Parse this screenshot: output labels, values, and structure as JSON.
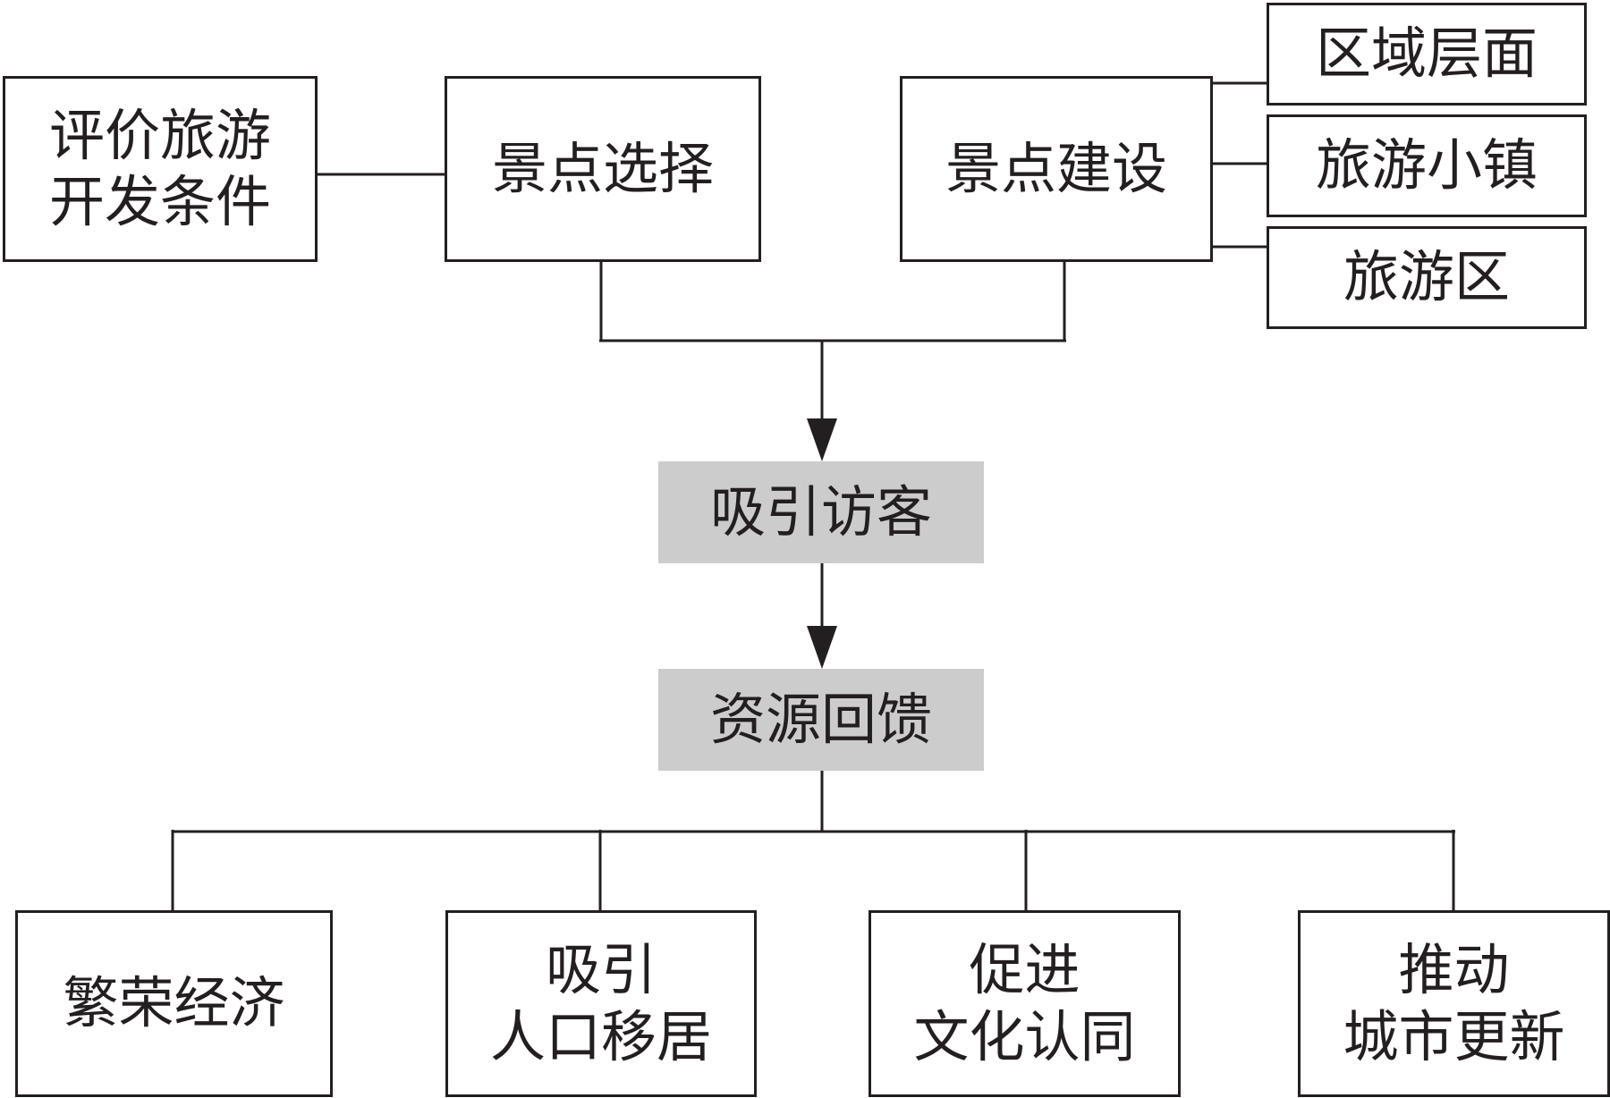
{
  "nodes": {
    "evaluate_conditions": {
      "lines": [
        "评价旅游",
        "开发条件"
      ]
    },
    "site_selection": {
      "lines": [
        "景点选择"
      ]
    },
    "site_construction": {
      "lines": [
        "景点建设"
      ]
    },
    "regional_level": {
      "lines": [
        "区域层面"
      ]
    },
    "tourism_town": {
      "lines": [
        "旅游小镇"
      ]
    },
    "tourism_zone": {
      "lines": [
        "旅游区"
      ]
    },
    "attract_visitors": {
      "lines": [
        "吸引访客"
      ]
    },
    "resource_feedback": {
      "lines": [
        "资源回馈"
      ]
    },
    "prosper_economy": {
      "lines": [
        "繁荣经济"
      ]
    },
    "attract_migration": {
      "lines": [
        "吸引",
        "人口移居"
      ]
    },
    "promote_identity": {
      "lines": [
        "促进",
        "文化认同"
      ]
    },
    "urban_renewal": {
      "lines": [
        "推动",
        "城市更新"
      ]
    }
  },
  "colors": {
    "stroke": "#231f20",
    "shaded_fill": "#cccccc",
    "box_fill": "#ffffff"
  }
}
